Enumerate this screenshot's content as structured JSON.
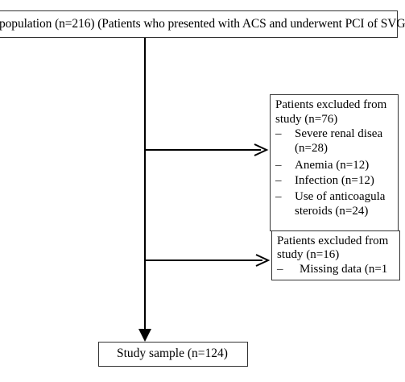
{
  "top_box": {
    "text": "population (n=216) (Patients who presented with ACS and underwent PCI of SVG"
  },
  "exclusion_1": {
    "header": "Patients excluded from",
    "header2": "study (n=76)",
    "items": [
      {
        "bullet": "–",
        "lines": [
          "Severe renal disea",
          "(n=28)"
        ]
      },
      {
        "bullet": "–",
        "lines": [
          "Anemia  (n=12)"
        ]
      },
      {
        "bullet": "–",
        "lines": [
          "Infection (n=12)"
        ]
      },
      {
        "bullet": "–",
        "lines": [
          "Use of anticoagula",
          "steroids  (n=24)"
        ]
      }
    ]
  },
  "exclusion_2": {
    "header": "Patients excluded from",
    "header2": "study (n=16)",
    "items": [
      {
        "bullet": "–",
        "lines": [
          "Missing data (n=1"
        ]
      }
    ]
  },
  "final_box": {
    "text": "Study sample  (n=124)"
  }
}
